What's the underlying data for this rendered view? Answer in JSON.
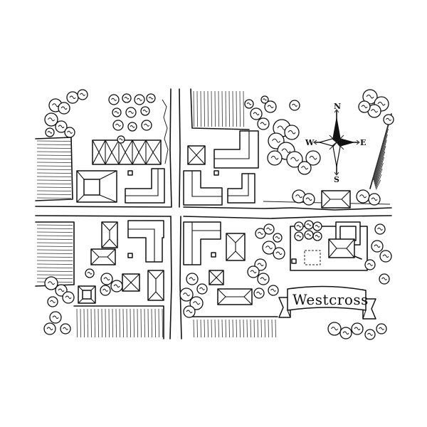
{
  "map": {
    "title": "Westcross",
    "compass": {
      "north": "N",
      "south": "S",
      "east": "E",
      "west": "W"
    }
  },
  "colors": {
    "ink": "#111111",
    "paper": "#ffffff"
  }
}
